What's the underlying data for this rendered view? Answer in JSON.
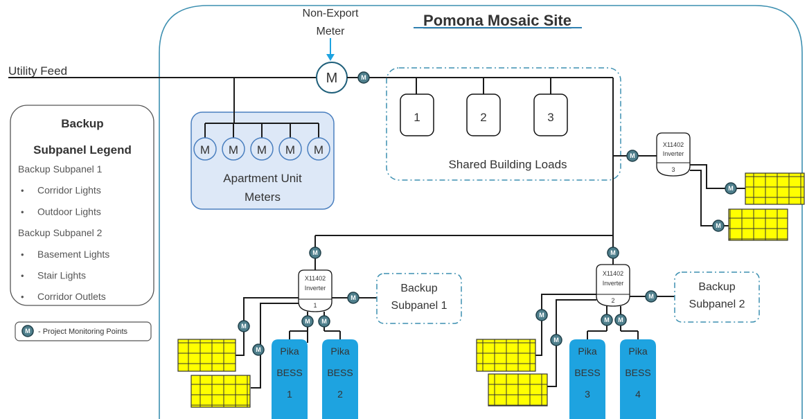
{
  "site_title": "Pomona Mosaic Site",
  "utility_feed": "Utility Feed",
  "meter": {
    "label_line1": "Non-Export",
    "label_line2": "Meter",
    "symbol": "M"
  },
  "apartment": {
    "meters": [
      "M",
      "M",
      "M",
      "M",
      "M"
    ],
    "label_line1": "Apartment Unit",
    "label_line2": "Meters"
  },
  "shared_loads": {
    "loads": [
      "1",
      "2",
      "3"
    ],
    "label": "Shared Building Loads"
  },
  "monitor_symbol": "M",
  "inverters": [
    {
      "model": "X11402",
      "word": "Inverter",
      "number": "1"
    },
    {
      "model": "X11402",
      "word": "Inverter",
      "number": "2"
    },
    {
      "model": "X11402",
      "word": "Inverter",
      "number": "3"
    }
  ],
  "backup_subpanels": [
    {
      "line1": "Backup",
      "line2": "Subpanel 1"
    },
    {
      "line1": "Backup",
      "line2": "Subpanel 2"
    }
  ],
  "bess": [
    {
      "line1": "Pika",
      "line2": "BESS",
      "line3": "1"
    },
    {
      "line1": "Pika",
      "line2": "BESS",
      "line3": "2"
    },
    {
      "line1": "Pika",
      "line2": "BESS",
      "line3": "3"
    },
    {
      "line1": "Pika",
      "line2": "BESS",
      "line3": "4"
    }
  ],
  "legend": {
    "title_line1": "Backup",
    "title_line2": "Subpanel Legend",
    "items": [
      {
        "text": "Backup Subpanel 1",
        "bullet": ""
      },
      {
        "text": "Corridor Lights",
        "bullet": "•"
      },
      {
        "text": "Outdoor Lights",
        "bullet": "•"
      },
      {
        "text": "Backup Subpanel 2",
        "bullet": ""
      },
      {
        "text": "Basement Lights",
        "bullet": "•"
      },
      {
        "text": "Stair Lights",
        "bullet": "•"
      },
      {
        "text": "Corridor Outlets",
        "bullet": "•"
      }
    ]
  },
  "monitoring_key": {
    "symbol": "M",
    "text": "- Project Monitoring Points"
  },
  "colors": {
    "site_border": "#3c8fb0",
    "panel_fill": "#dde8f7",
    "panel_border": "#4a7fbf",
    "solar": "#ffff00",
    "bess": "#1ea3e0",
    "monitor": "#4f7f8c",
    "title": "#2e7fb0"
  }
}
